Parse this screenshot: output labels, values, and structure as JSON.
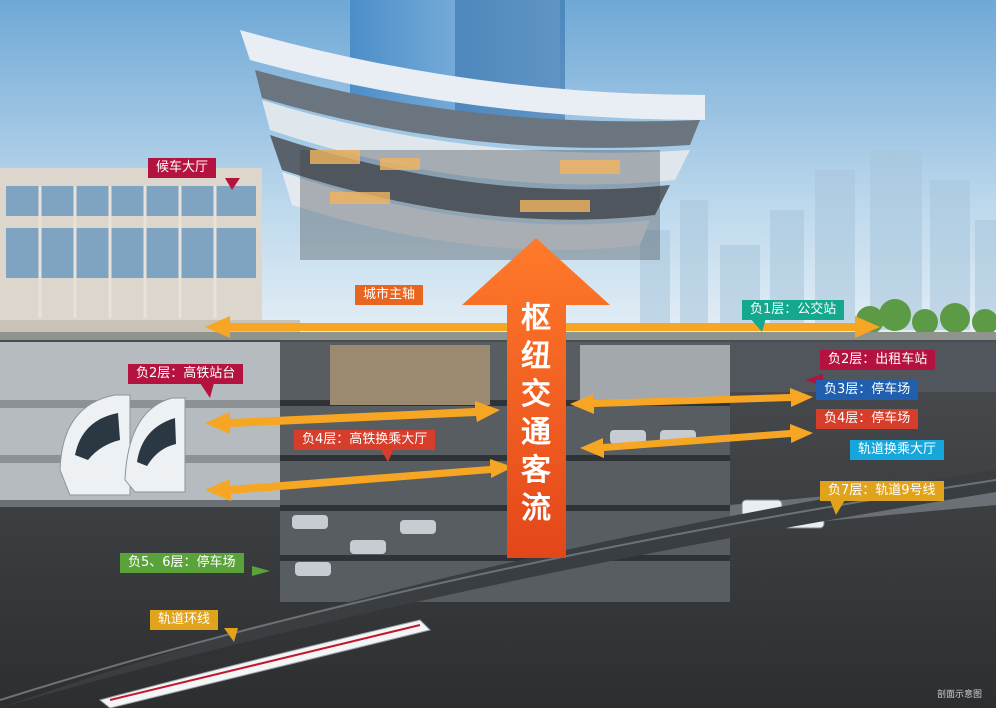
{
  "labels": {
    "waiting_hall": "候车大厅",
    "city_axis": "城市主轴",
    "b1_bus": "负1层：公交站",
    "b2_hsr_platform": "负2层：高铁站台",
    "b2_taxi": "负2层：出租车站",
    "b3_parking": "负3层：停车场",
    "b4_parking": "负4层：停车场",
    "b4_hsr_transfer": "负4层：高铁换乘大厅",
    "rail_transfer_hall": "轨道换乘大厅",
    "b7_line9": "负7层：轨道9号线",
    "b56_parking": "负5、6层：停车场",
    "loop_line": "轨道环线"
  },
  "hub_flow": [
    "枢",
    "纽",
    "交",
    "通",
    "客",
    "流"
  ],
  "caption": "剖面示意图",
  "colors": {
    "crimson": "#b5133f",
    "orange": "#e9641f",
    "teal": "#14a98f",
    "blue": "#1f5fae",
    "red": "#d63d2a",
    "cyan": "#16a6dc",
    "amber": "#e1a21c",
    "green": "#5aa33b",
    "arrow_gold": "#f6a623",
    "arrow_orange": "#ef5a1c"
  }
}
